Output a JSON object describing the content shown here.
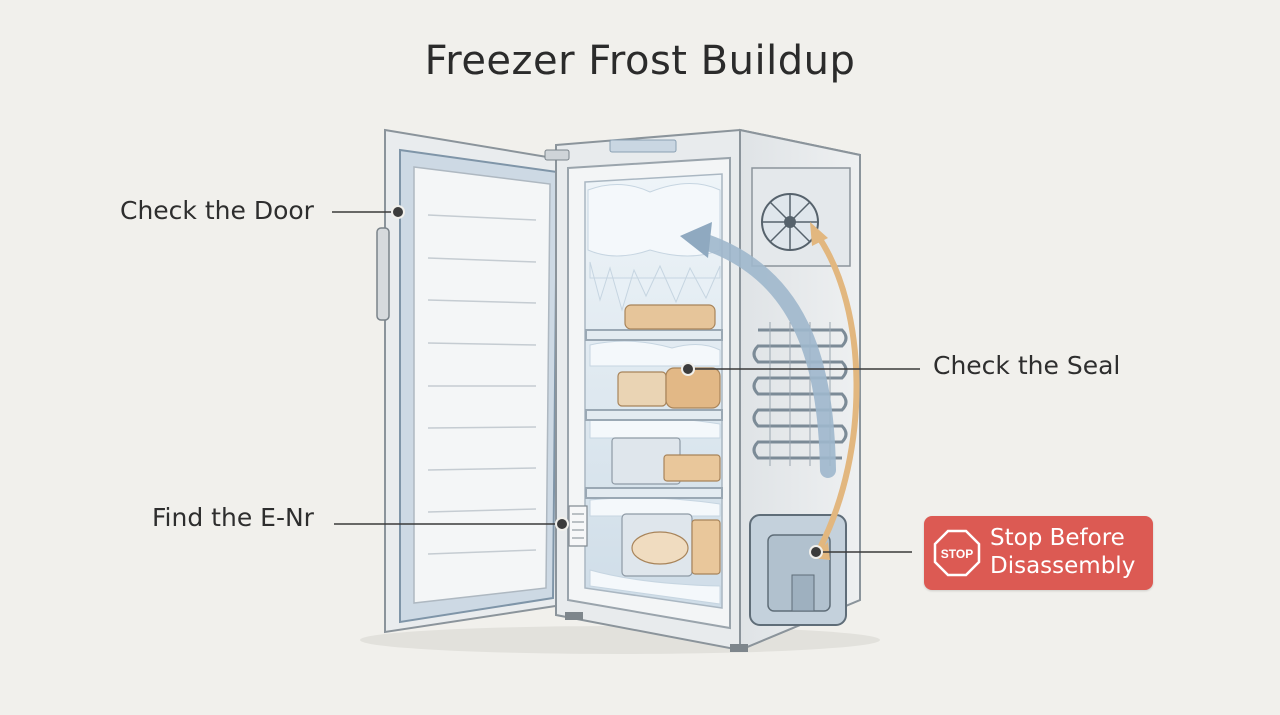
{
  "title": "Freezer Frost Buildup",
  "callouts": {
    "door": "Check the Door",
    "seal": "Check the Seal",
    "enr": "Find the E-Nr",
    "stop_line1": "Stop Before",
    "stop_line2": "Disassembly",
    "stop_sign": "STOP"
  },
  "colors": {
    "background": "#f1f0ec",
    "warning": "#dc5a53",
    "cold_airflow": "#9fb7cc",
    "warm_airflow": "#e2b77f",
    "frost": "#dbe7f0"
  },
  "icons": [
    "stop-sign-icon",
    "fan-icon",
    "cold-airflow-arrow-icon",
    "warm-airflow-arrow-icon"
  ]
}
